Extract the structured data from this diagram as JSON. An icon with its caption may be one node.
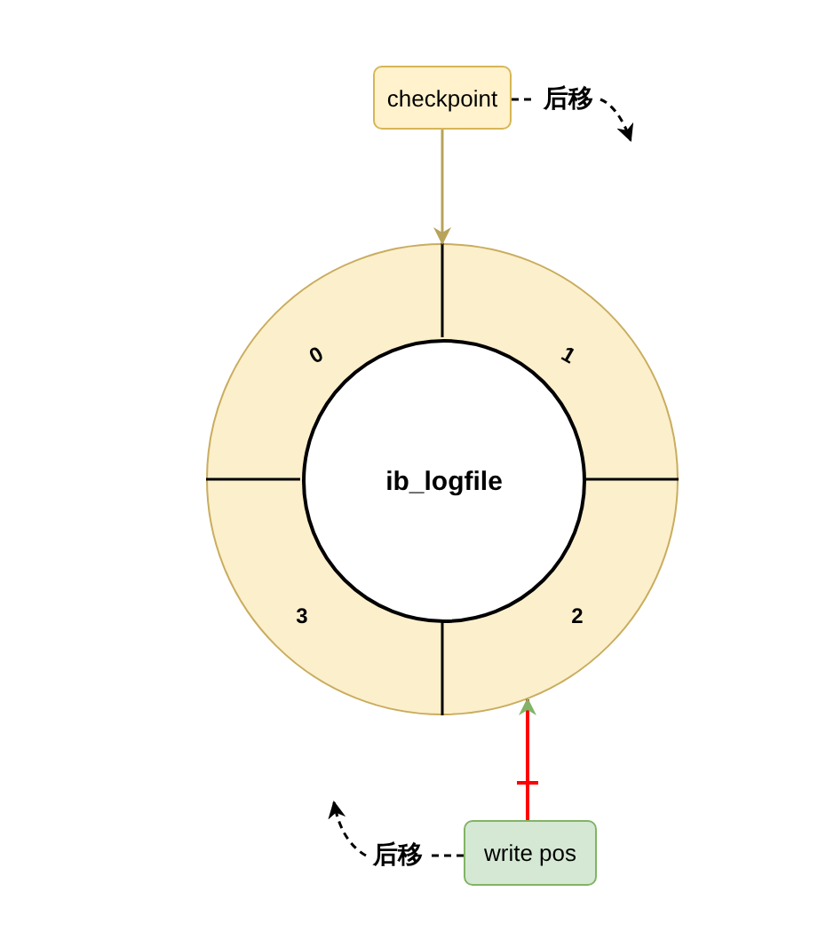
{
  "diagram": {
    "nodes": [
      {
        "text": [
          "checkpoint"
        ]
      },
      {
        "text": [],
        "shape": "circle"
      },
      {
        "text": [
          "ib_logfile"
        ],
        "in": 1
      },
      {
        "text": [
          "后移"
        ]
      },
      {
        "text": [
          "write pos"
        ]
      },
      {
        "text": [
          "后移"
        ]
      }
    ],
    "edges": [
      {
        "from": 0,
        "to": 1,
        "arrow": "to",
        "color": "#b8a35a"
      },
      {
        "from": 4,
        "to": 1,
        "arrow": "to",
        "color": "#ff0000"
      },
      {
        "from": 0,
        "to": 3,
        "arrow": "none",
        "style": "dashed"
      },
      {
        "from": 3,
        "to": null,
        "arrow": "to",
        "style": "dashed"
      },
      {
        "from": 4,
        "to": 5,
        "arrow": "none",
        "style": "dashed"
      },
      {
        "from": 5,
        "to": null,
        "arrow": "to",
        "style": "dashed"
      }
    ],
    "labels": [
      "0",
      "1",
      "3",
      "2"
    ]
  }
}
